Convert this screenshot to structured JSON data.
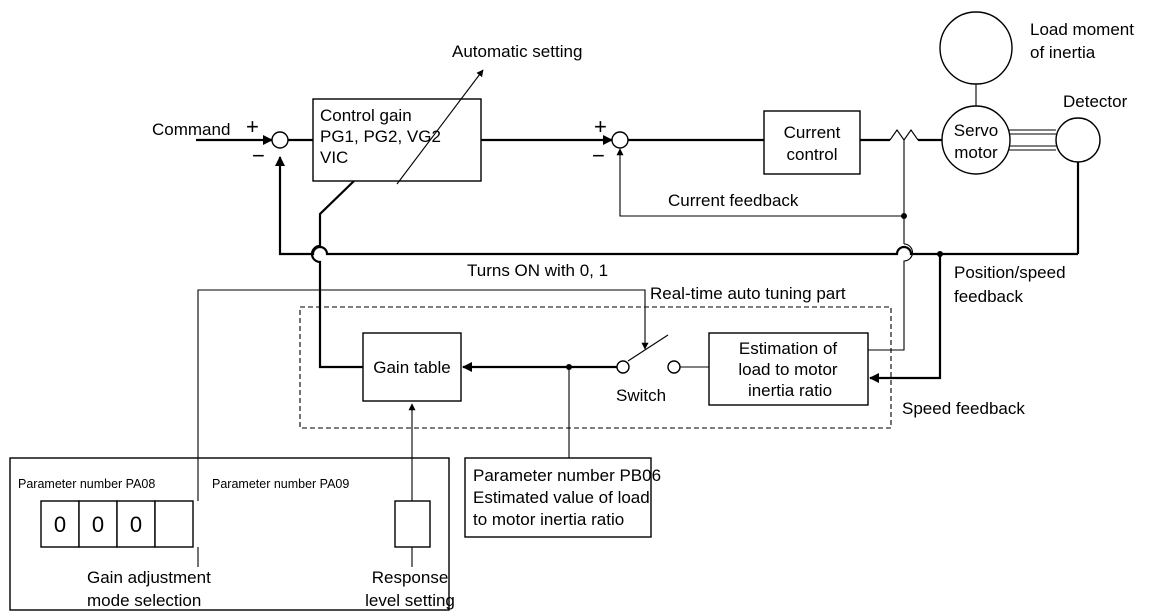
{
  "labels": {
    "automatic_setting": "Automatic setting",
    "command": "Command",
    "plus": "+",
    "minus": "−",
    "control_gain_1": "Control gain",
    "control_gain_2": "PG1, PG2, VG2",
    "control_gain_3": "VIC",
    "current_control_1": "Current",
    "current_control_2": "control",
    "servo_motor_1": "Servo",
    "servo_motor_2": "motor",
    "load_moment_1": "Load moment",
    "load_moment_2": "of inertia",
    "detector": "Detector",
    "current_feedback": "Current feedback",
    "turns_on": "Turns ON with 0, 1",
    "position_speed_feedback_1": "Position/speed",
    "position_speed_feedback_2": "feedback",
    "realtime_part": "Real-time auto tuning part",
    "gain_table": "Gain table",
    "switch": "Switch",
    "estimation_1": "Estimation of",
    "estimation_2": "load to motor",
    "estimation_3": "inertia ratio",
    "speed_feedback": "Speed feedback",
    "pb06_1": "Parameter number PB06",
    "pb06_2": "Estimated value of load",
    "pb06_3": "to motor inertia ratio",
    "pa08": "Parameter number PA08",
    "pa09": "Parameter number PA09",
    "gain_adjust_1": "Gain adjustment",
    "gain_adjust_2": "mode selection",
    "response_1": "Response",
    "response_2": "level setting"
  },
  "pa08_digits": [
    "0",
    "0",
    "0",
    ""
  ],
  "pa09_digits": [
    ""
  ]
}
